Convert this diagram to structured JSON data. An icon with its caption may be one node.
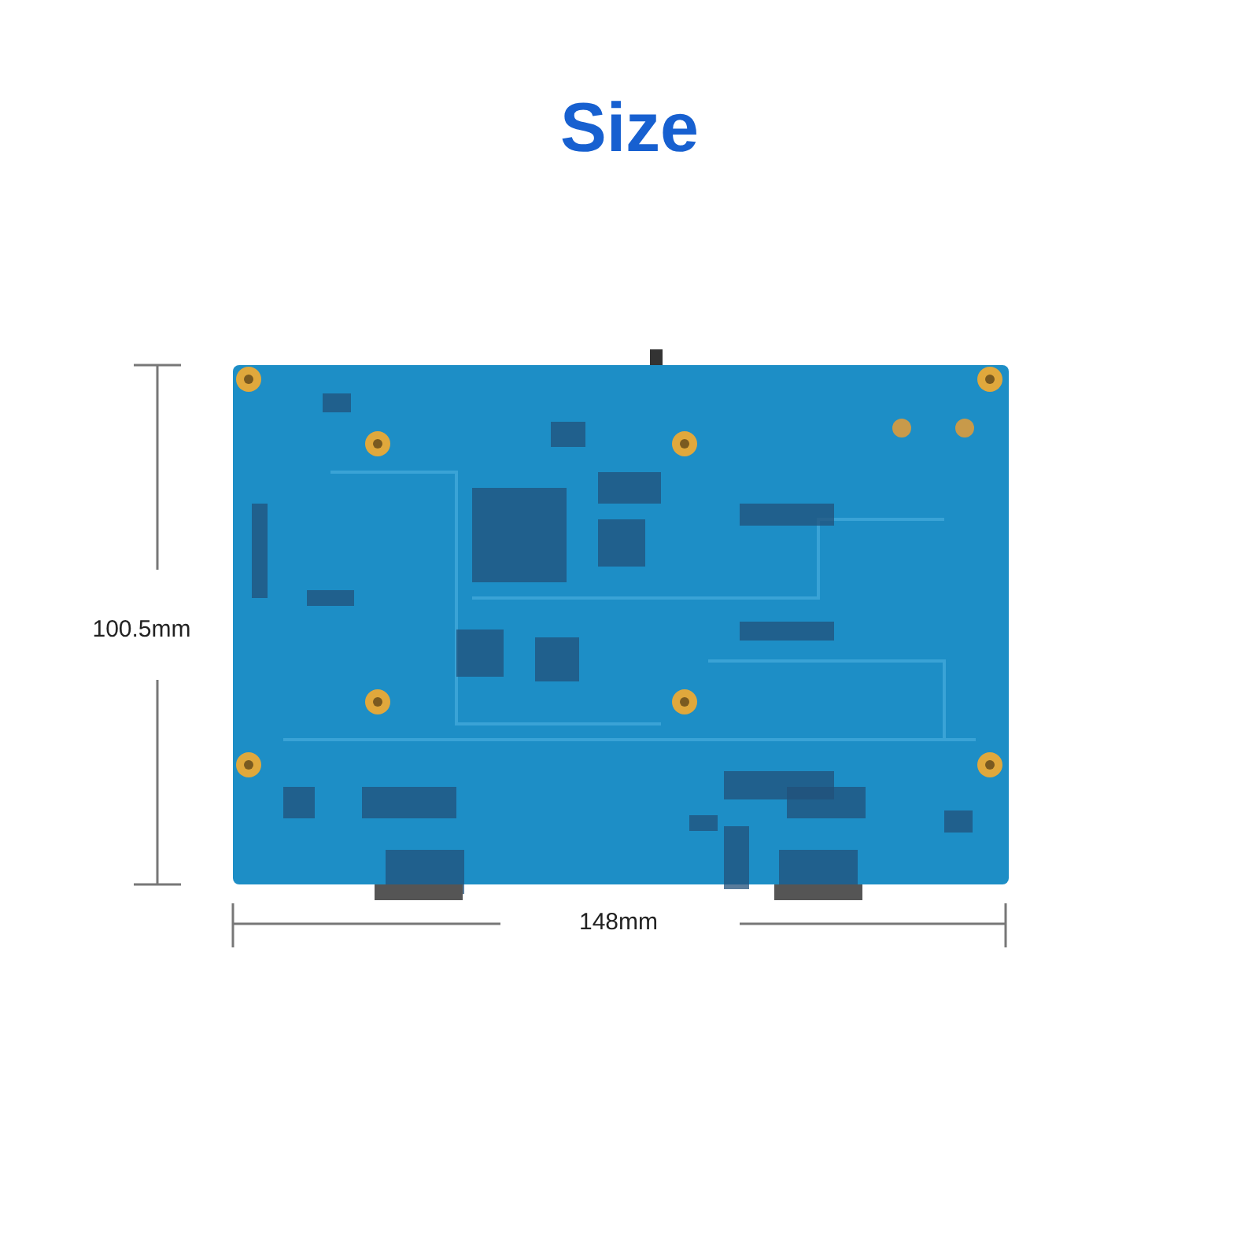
{
  "diagram": {
    "title": "Size",
    "labels": [
      "100.5mm",
      "148mm"
    ]
  }
}
